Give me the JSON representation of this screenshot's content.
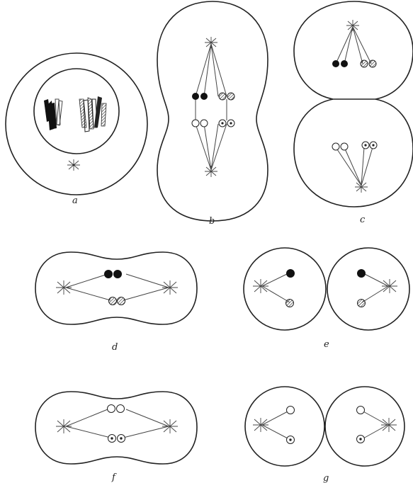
{
  "panels": [
    {
      "id": "a",
      "label": "a"
    },
    {
      "id": "b",
      "label": "b"
    },
    {
      "id": "c",
      "label": "c"
    },
    {
      "id": "d",
      "label": "d"
    },
    {
      "id": "e",
      "label": "e"
    },
    {
      "id": "f",
      "label": "f"
    },
    {
      "id": "g",
      "label": "g"
    }
  ],
  "chromosome_styles": [
    "black",
    "hatched",
    "open",
    "dotted"
  ],
  "colors": {
    "ink": "#222222",
    "background": "#ffffff"
  }
}
